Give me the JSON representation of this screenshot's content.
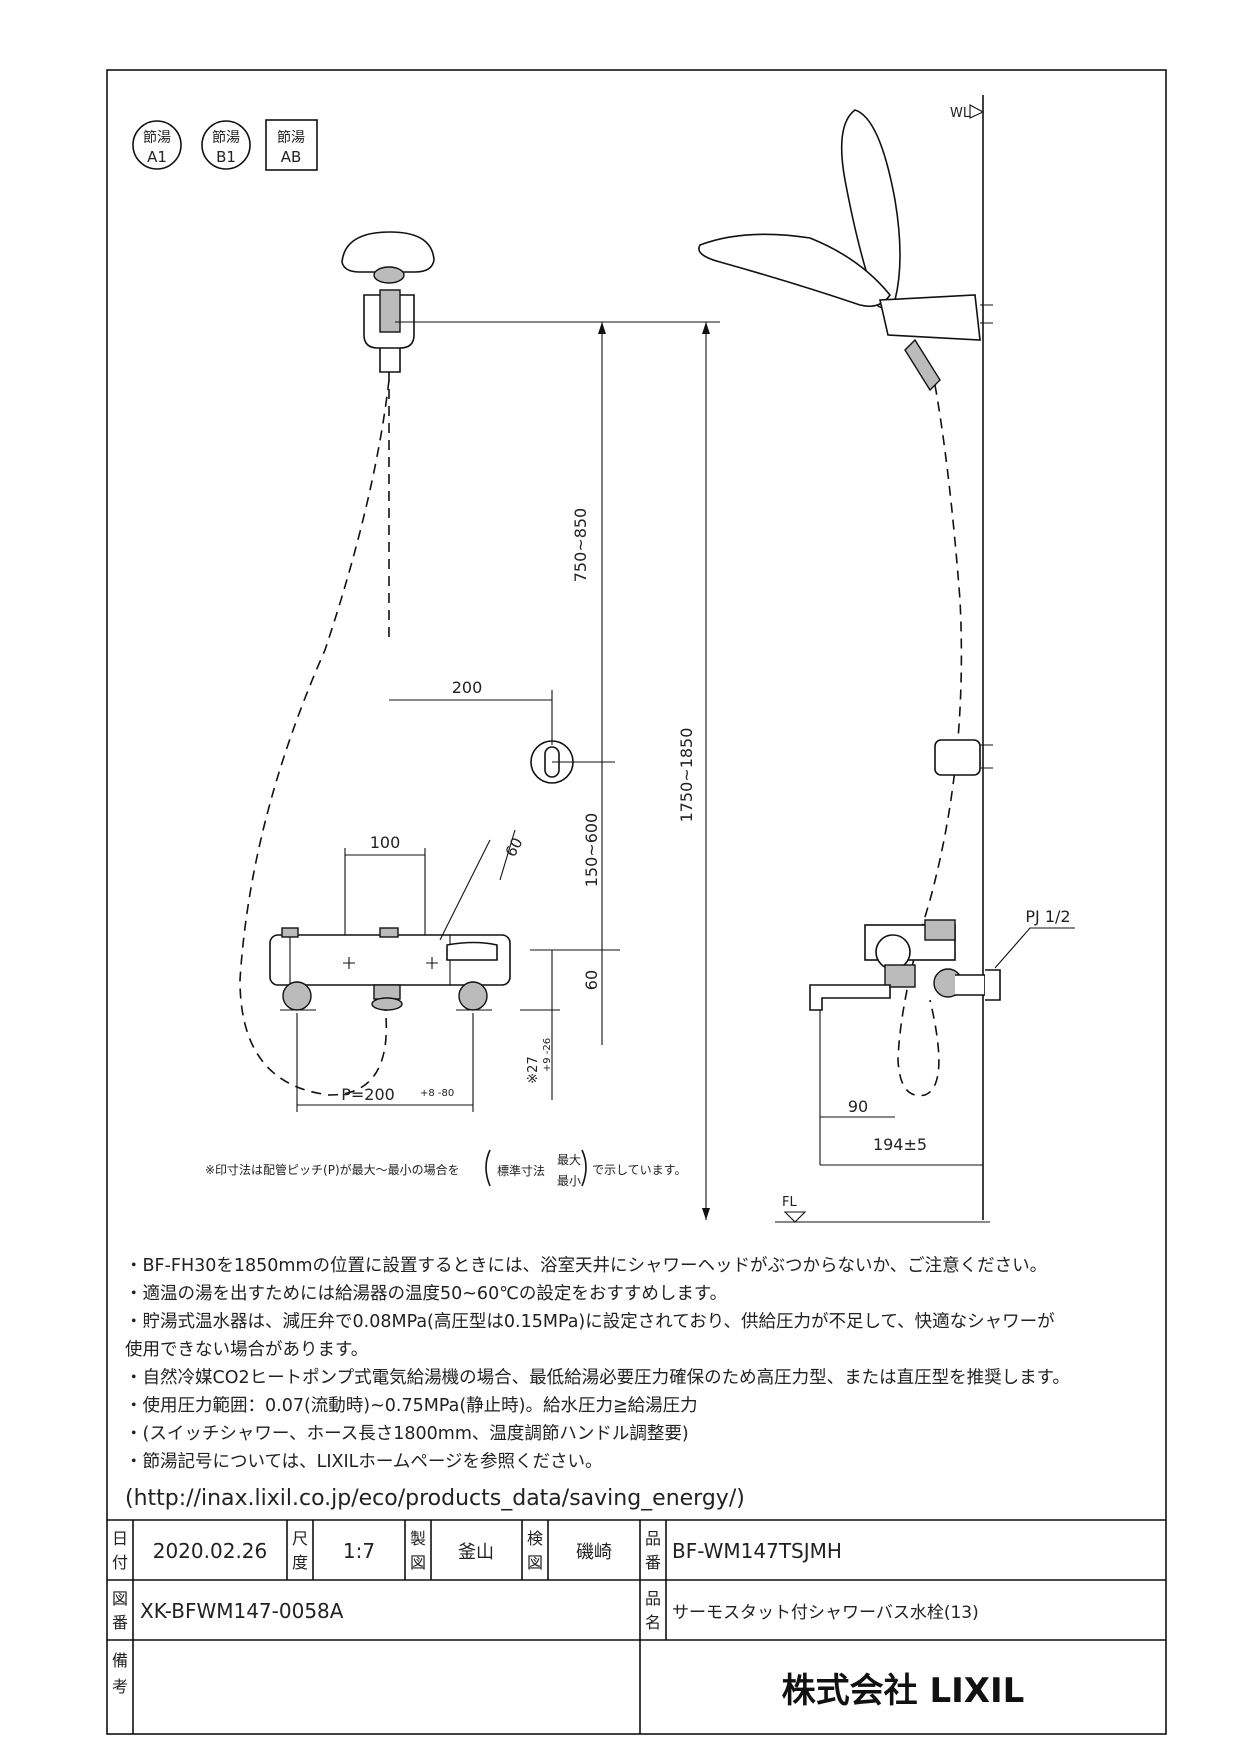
{
  "badges": [
    {
      "top": "節湯",
      "bottom": "A1"
    },
    {
      "top": "節湯",
      "bottom": "B1"
    },
    {
      "top": "節湯",
      "bottom": "AB"
    }
  ],
  "dimensions": {
    "d750_850": "750~850",
    "d1750_1850": "1750~1850",
    "d200": "200",
    "d150_600": "150~600",
    "d100": "100",
    "d60_angle": "60",
    "d60": "60",
    "d27": "※27",
    "d27_tol": "+9 -26",
    "pitch": "P=200",
    "pitch_tol": "+8 -80",
    "d90": "90",
    "d194": "194±5",
    "pj": "PJ 1/2",
    "wl": "WL",
    "fl": "FL"
  },
  "note_mark": {
    "before": "※印寸法は配管ピッチ(P)が最大～最小の場合を",
    "standard": "標準寸法",
    "max": "最大",
    "min": "最小",
    "after": "で示しています。"
  },
  "notes": [
    "・BF-FH30を1850mmの位置に設置するときには、浴室天井にシャワーヘッドがぶつからないか、ご注意ください。",
    "・適温の湯を出すためには給湯器の温度50~60℃の設定をおすすめします。",
    "・貯湯式温水器は、減圧弁で0.08MPa(高圧型は0.15MPa)に設定されており、供給圧力が不足して、快適なシャワーが",
    "使用できない場合があります。",
    "・自然冷媒CO2ヒートポンプ式電気給湯機の場合、最低給湯必要圧力確保のため高圧力型、または直圧型を推奨します。",
    "・使用圧力範囲：0.07(流動時)~0.75MPa(静止時)。給水圧力≧給湯圧力",
    "・(スイッチシャワー、ホース長さ1800mm、温度調節ハンドル調整要)",
    "・節湯記号については、LIXILホームページを参照ください。",
    "(http://inax.lixil.co.jp/eco/products_data/saving_energy/)"
  ],
  "title_block": {
    "date_label": [
      "日",
      "付"
    ],
    "date": "2020.02.26",
    "scale_label": [
      "尺",
      "度"
    ],
    "scale": "1:7",
    "drawn_label": [
      "製",
      "図"
    ],
    "drawn": "釜山",
    "checked_label": [
      "検",
      "図"
    ],
    "checked": "磯崎",
    "part_no_label": [
      "品",
      "番"
    ],
    "part_no": "BF-WM147TSJMH",
    "drawing_no_label": [
      "図",
      "番"
    ],
    "drawing_no": "XK-BFWM147-0058A",
    "name_label": [
      "品",
      "名"
    ],
    "name": "サーモスタット付シャワーバス水栓(13)",
    "remarks_label": [
      "備",
      "考"
    ],
    "company": "株式会社 LIXIL"
  }
}
